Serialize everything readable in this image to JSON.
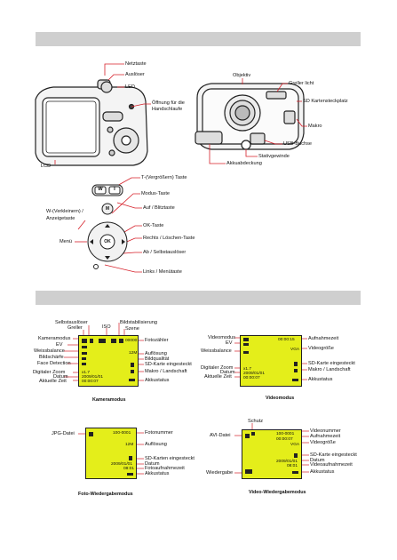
{
  "camera_labels": {
    "netztaste": "Netztaste",
    "ausloeser": "Auslöser",
    "led": "LED",
    "oeffnung": "Öffnung für die",
    "handschlaufe": "Handschlaufe",
    "lcd": "LCD",
    "objektiv": "Objektiv",
    "greller_licht": "Greller licht",
    "sd_steckplatz": "SD Kartensteckplatz",
    "makro": "Makro",
    "usb": "USB-Buchse",
    "stativgewinde": "Stativgewinde",
    "akkuabdeckung": "Akkuabdeckung",
    "t_taste": "T-(Vergrößern) Taste",
    "modus_taste": "Modus-Taste",
    "w_taste_1": "W-(Verkleinern) /",
    "w_taste_2": "Anzeigetaste",
    "auf_blitz": "Auf / Blitztaste",
    "ok_taste": "OK-Taste",
    "rechts": "Rechts / Löschen-Taste",
    "menue": "Menü",
    "ab_selbst": "Ab / Selbstauslöser",
    "links": "Links / Menütaste",
    "btn_w": "W",
    "btn_t": "T",
    "btn_m": "M",
    "btn_ok": "OK"
  },
  "kamera": {
    "caption": "Kameramodus",
    "labels": {
      "selbstausloeser": "Selbstauslöser",
      "greller": "Greller",
      "iso": "ISO",
      "bildstab": "Bildstabilisierung",
      "szene": "Szene",
      "kameramodus": "Kameramodus",
      "ev": "EV",
      "weissbalance": "Weissbalance",
      "bildschaerfe": "Bildschärfe",
      "face": "Face Detection",
      "digitaler_zoom": "Digitaler Zoom",
      "datum": "Datum",
      "aktuelle_zeit": "Aktuelle Zeit",
      "fotozaehler": "Fotozähler",
      "aufloesung": "Auflösung",
      "bildqualitaet": "Bildqualität",
      "sd": "SD-Karte eingesteckt",
      "makro": "Makro / Landschaft",
      "akku": "Akkustatus"
    },
    "screen": {
      "count": "00000",
      "res": "12M",
      "zoom": "x1.7",
      "date": "2009/01/01",
      "time": "00:00:07"
    }
  },
  "video": {
    "caption": "Videomodus",
    "labels": {
      "videomodus": "Videomodus",
      "ev": "EV",
      "weissbalance": "Weissbalance",
      "digitaler_zoom": "Digitaler Zoom",
      "datum": "Datum",
      "aktuelle_zeit": "Aktuelle Zeit",
      "aufnahmezeit": "Aufnahmezeit",
      "videogroesse": "Videogröße",
      "sd": "SD-Karte eingesteckt",
      "makro": "Makro / Landschaft",
      "akku": "Akkustatus"
    },
    "screen": {
      "rec": "00:00:15",
      "size": "VGA",
      "zoom": "x1.7",
      "date": "2009/01/01",
      "time": "00:00:07"
    }
  },
  "foto_wg": {
    "caption": "Foto-Wiedergabemodus",
    "labels": {
      "jpg": "JPG-Datei",
      "fotonummer": "Fotonummer",
      "aufloesung": "Auflösung",
      "sd": "SD-Karten eingesteckt",
      "datum": "Datum",
      "fotoaufnahmezeit": "Fotoaufnahmezeit",
      "akku": "Akkustatus"
    },
    "screen": {
      "num": "100-0001",
      "res": "12M",
      "date": "2009/01/01",
      "time": "08:01"
    }
  },
  "video_wg": {
    "caption": "Video-Wiedergabemodus",
    "labels": {
      "schutz": "Schutz",
      "avi": "AVI-Datei",
      "wiedergabe": "Wiedergabe",
      "videonummer": "Videonummer",
      "aufnahmezeit": "Aufnahmezeit",
      "videogroesse": "Videogröße",
      "sd": "SD-Karte eingesteckt",
      "datum": "Datum",
      "videoaufnahmezeit": "Videoaufnahmezeit",
      "akku": "Akkustatus"
    },
    "screen": {
      "num": "100-0001",
      "rec": "00:00:07",
      "size": "VGA",
      "date": "2009/01/01",
      "time": "08:01"
    }
  }
}
